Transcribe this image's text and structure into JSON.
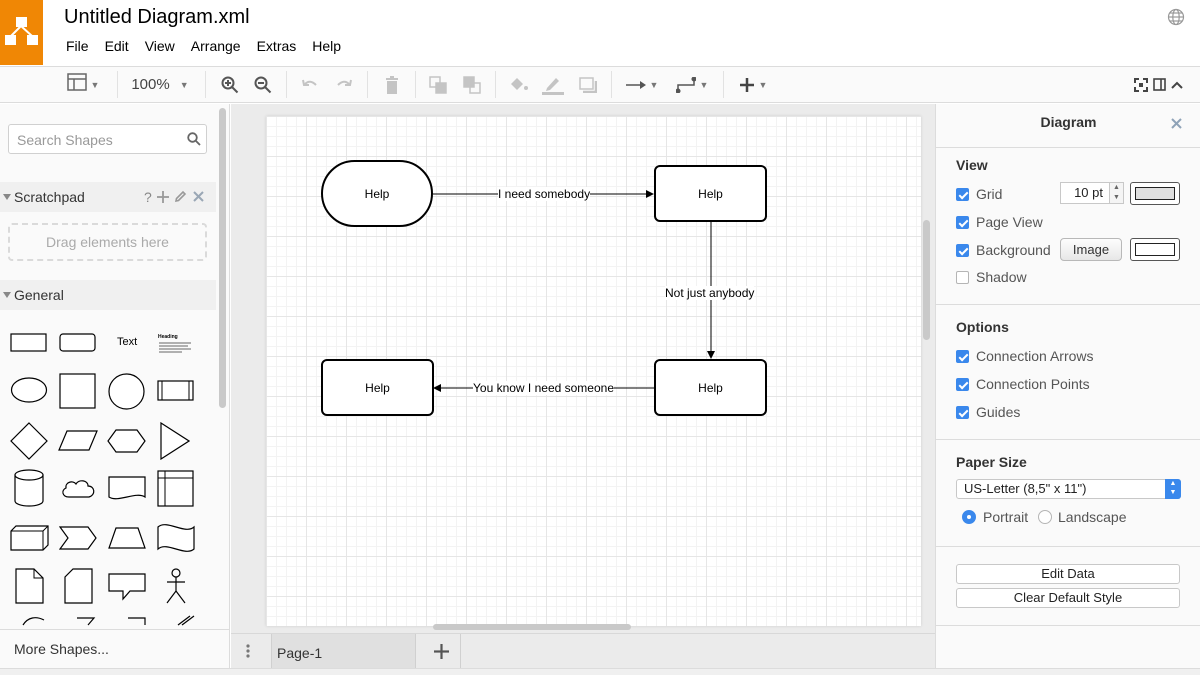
{
  "app": {
    "title": "Untitled Diagram.xml",
    "brand_color": "#f08705",
    "icons": {
      "logo": "drawio-logo-icon",
      "language": "globe-icon"
    }
  },
  "menu": [
    "File",
    "Edit",
    "View",
    "Arrange",
    "Extras",
    "Help"
  ],
  "toolbar": {
    "zoom": "100%",
    "icons": [
      "format-panel-toggle-icon",
      "zoom-in-icon",
      "zoom-out-icon",
      "undo-icon",
      "redo-icon",
      "delete-icon",
      "to-front-icon",
      "to-back-icon",
      "fill-color-icon",
      "line-color-icon",
      "shadow-icon",
      "connection-icon",
      "waypoints-icon",
      "insert-plus-icon",
      "fullscreen-icon",
      "panel-toggle-icon",
      "collapse-chevron-icon"
    ]
  },
  "sidebar": {
    "search_placeholder": "Search Shapes",
    "scratchpad": {
      "label": "Scratchpad",
      "help": "?",
      "drop_hint": "Drag elements here"
    },
    "general": {
      "label": "General"
    },
    "shape_labels": {
      "text": "Text",
      "heading": "Heading"
    },
    "more_shapes": "More Shapes..."
  },
  "diagram": {
    "nodes": [
      {
        "label": "Help"
      },
      {
        "label": "Help"
      },
      {
        "label": "Help"
      },
      {
        "label": "Help"
      }
    ],
    "edges": [
      {
        "label": "I need somebody"
      },
      {
        "label": "Not just anybody"
      },
      {
        "label": "You know I need someone"
      }
    ]
  },
  "pages": {
    "tabs": [
      "Page-1"
    ]
  },
  "format_panel": {
    "title": "Diagram",
    "view": {
      "heading": "View",
      "grid": {
        "label": "Grid",
        "checked": true,
        "size": "10 pt"
      },
      "page_view": {
        "label": "Page View",
        "checked": true
      },
      "background": {
        "label": "Background",
        "checked": true,
        "image_button": "Image"
      },
      "shadow": {
        "label": "Shadow",
        "checked": false
      }
    },
    "options": {
      "heading": "Options",
      "connection_arrows": {
        "label": "Connection Arrows",
        "checked": true
      },
      "connection_points": {
        "label": "Connection Points",
        "checked": true
      },
      "guides": {
        "label": "Guides",
        "checked": true
      }
    },
    "paper": {
      "heading": "Paper Size",
      "selected": "US-Letter (8,5\" x 11\")",
      "portrait": "Portrait",
      "landscape": "Landscape",
      "orientation": "Portrait"
    },
    "buttons": {
      "edit_data": "Edit Data",
      "clear_style": "Clear Default Style"
    }
  }
}
